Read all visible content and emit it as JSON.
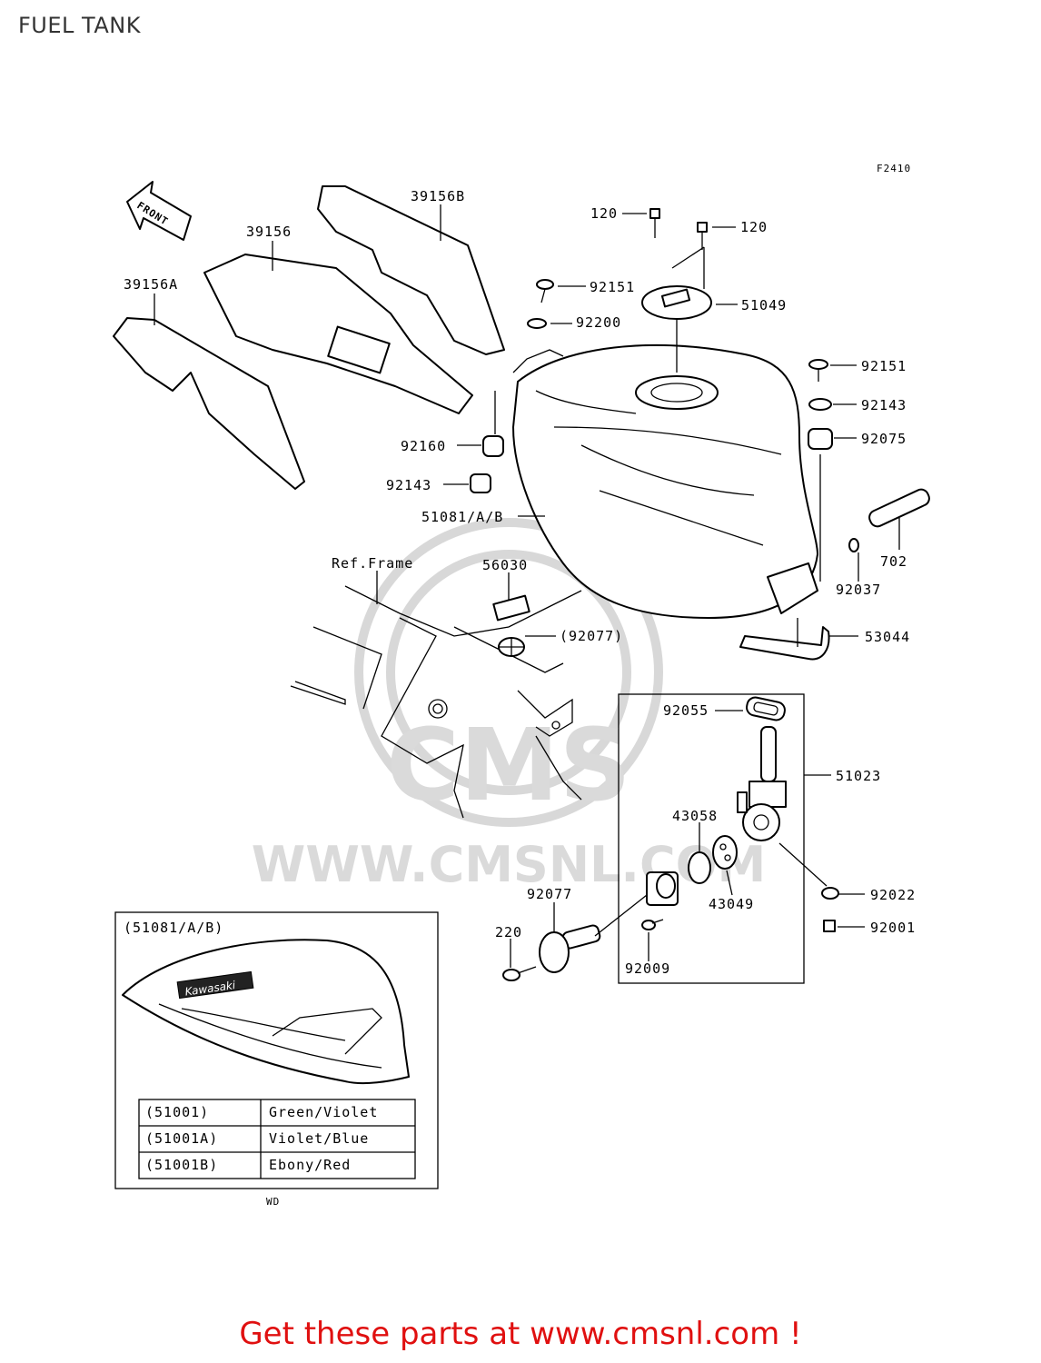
{
  "page": {
    "title": "FUEL TANK"
  },
  "figure_code": "F2410",
  "front_arrow": "FRONT",
  "labels": {
    "p39156B": "39156B",
    "p39156": "39156",
    "p39156A": "39156A",
    "p120a": "120",
    "p120b": "120",
    "p92151a": "92151",
    "p51049": "51049",
    "p92200": "92200",
    "p92151b": "92151",
    "p92143a": "92143",
    "p92075": "92075",
    "p92160": "92160",
    "p92143b": "92143",
    "p51081": "51081/A/B",
    "p702": "702",
    "p92037": "92037",
    "ref_frame": "Ref.Frame",
    "p56030": "56030",
    "p92077a": "(92077)",
    "p53044": "53044",
    "p92055": "92055",
    "p51023": "51023",
    "p43058": "43058",
    "p43049": "43049",
    "p92077b": "92077",
    "p220": "220",
    "p92009": "92009",
    "p92022": "92022",
    "p92001": "92001"
  },
  "inset": {
    "title": "(51081/A/B)",
    "logo_text": "Kawasaki",
    "footer": "WD",
    "color_table": [
      {
        "code": "(51001)",
        "color": "Green/Violet"
      },
      {
        "code": "(51001A)",
        "color": "Violet/Blue"
      },
      {
        "code": "(51001B)",
        "color": "Ebony/Red"
      }
    ]
  },
  "watermark": {
    "brand": "CMS",
    "url": "WWW.CMSNL.COM"
  },
  "promo": "Get these parts at www.cmsnl.com !",
  "colors": {
    "promo": "#e01010",
    "watermark": "#dadada"
  }
}
